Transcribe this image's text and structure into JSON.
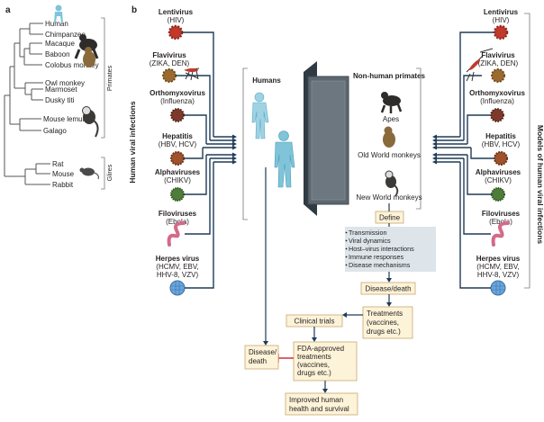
{
  "panel_a": {
    "label": "a",
    "taxa": [
      "Human",
      "Chimpanzee",
      "Macaque",
      "Baboon",
      "Colobus monkey",
      "Owl monkey",
      "Marmoset",
      "Dusky titi",
      "Mouse lemur",
      "Galago",
      "Rat",
      "Mouse",
      "Rabbit"
    ],
    "group_primates": "Primates",
    "group_glires": "Glires"
  },
  "panel_b": {
    "label": "b",
    "left_side_title": "Human viral infections",
    "right_side_title": "Models of human viral infections",
    "viruses": [
      {
        "name": "Lentivirus",
        "sub": [
          "(HIV)"
        ],
        "color": "#c0392b"
      },
      {
        "name": "Flavivirus",
        "sub": [
          "(ZIKA, DEN)"
        ],
        "color": "#9b6a2e"
      },
      {
        "name": "Orthomyxovirus",
        "sub": [
          "(Influenza)"
        ],
        "color": "#7d3a2a"
      },
      {
        "name": "Hepatitis",
        "sub": [
          "(HBV, HCV)"
        ],
        "color": "#a0522d"
      },
      {
        "name": "Alphaviruses",
        "sub": [
          "(CHIKV)"
        ],
        "color": "#4e7d3a"
      },
      {
        "name": "Filoviruses",
        "sub": [
          "(Ebola)"
        ],
        "color": "#d46a8a"
      },
      {
        "name": "Herpes virus",
        "sub": [
          "(HCMV, EBV,",
          "HHV-8, VZV)"
        ],
        "color": "#4a89c8"
      }
    ],
    "humans_label": "Humans",
    "nhp_title": "Non-human primates",
    "nhp_groups": [
      "Apes",
      "Old World monkeys",
      "New World monkeys"
    ],
    "define_label": "Define",
    "define_items": [
      "Transmission",
      "Viral dynamics",
      "Host–virus interactions",
      "Immune responses",
      "Disease mechanisms"
    ],
    "disease_death_label": "Disease/death",
    "treatments_lines": [
      "Treatments",
      "(vaccines,",
      "drugs etc.)"
    ],
    "clinical_trials_label": "Clinical trials",
    "disease_death_human_lines": [
      "Disease/",
      "death"
    ],
    "fda_lines": [
      "FDA-approved",
      "treatments",
      "(vaccines,",
      "drugs etc.)"
    ],
    "outcome_lines": [
      "Improved human",
      "health and survival"
    ]
  },
  "colors": {
    "arrow": "#1f3b57",
    "box_fill": "#fdf3d8",
    "box_stroke": "#c9a870",
    "human": "#7fc4d8",
    "inhibit": "#d0313d",
    "grey_panel": "#dde5ea",
    "door": "#5c6770"
  }
}
